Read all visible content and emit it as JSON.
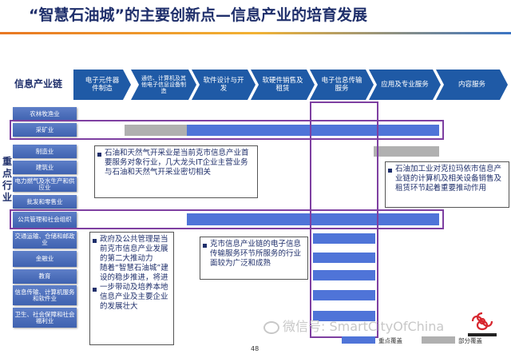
{
  "title": "“智慧石油城”的主要创新点—信息产业的培育发展",
  "chain": {
    "label": "信息产业链",
    "stages": [
      "电子元件器件制造",
      "通信、计算机及其他电子信息设备制造",
      "软件设计与开发",
      "软硬件销售及租赁",
      "电子信息传输服务",
      "应用及专业服务",
      "内容服务"
    ]
  },
  "side_label": "重点行业",
  "industries": [
    "农林牧渔业",
    "采矿业",
    "制造业",
    "建筑业",
    "电力燃气及水生产和供应业",
    "批发和零售业",
    "公共管理和社会组织",
    "交通运输、仓储和邮政业",
    "金融业",
    "教育",
    "信息传输、计算机服务和软件业",
    "卫生、社会保障和社会福利业"
  ],
  "notes": {
    "mining": "石油和天然气开采业是当前克市信息产业首要服务对象行业，几大龙头IT企业主营业务与石油和天然气开采业密切相关",
    "refining": "石油加工业对克拉玛依市信息产业链的计算机及相关设备销售及租赁环节起着重要推动作用",
    "gov1": "政府及公共管理是当前克市信息产业发展的第二大推动力",
    "gov2": "随着“智慧石油城”建设的稳步推进，将进一步带动及培养本地信息产业及主要企业的发展壮大",
    "transport": "克市信息产业链的电子信息传输服务环节所服务的行业面较为广泛和成熟"
  },
  "legend": {
    "key": "重点覆盖",
    "partial": "部分覆盖"
  },
  "page_number": "48",
  "watermark": "微信号: SmartCityOfChina",
  "colors": {
    "key_coverage": "#4f74d8",
    "partial_coverage": "#b0b0b0",
    "frame": "#7e3fa1",
    "chevron": "#1f5aa6"
  }
}
